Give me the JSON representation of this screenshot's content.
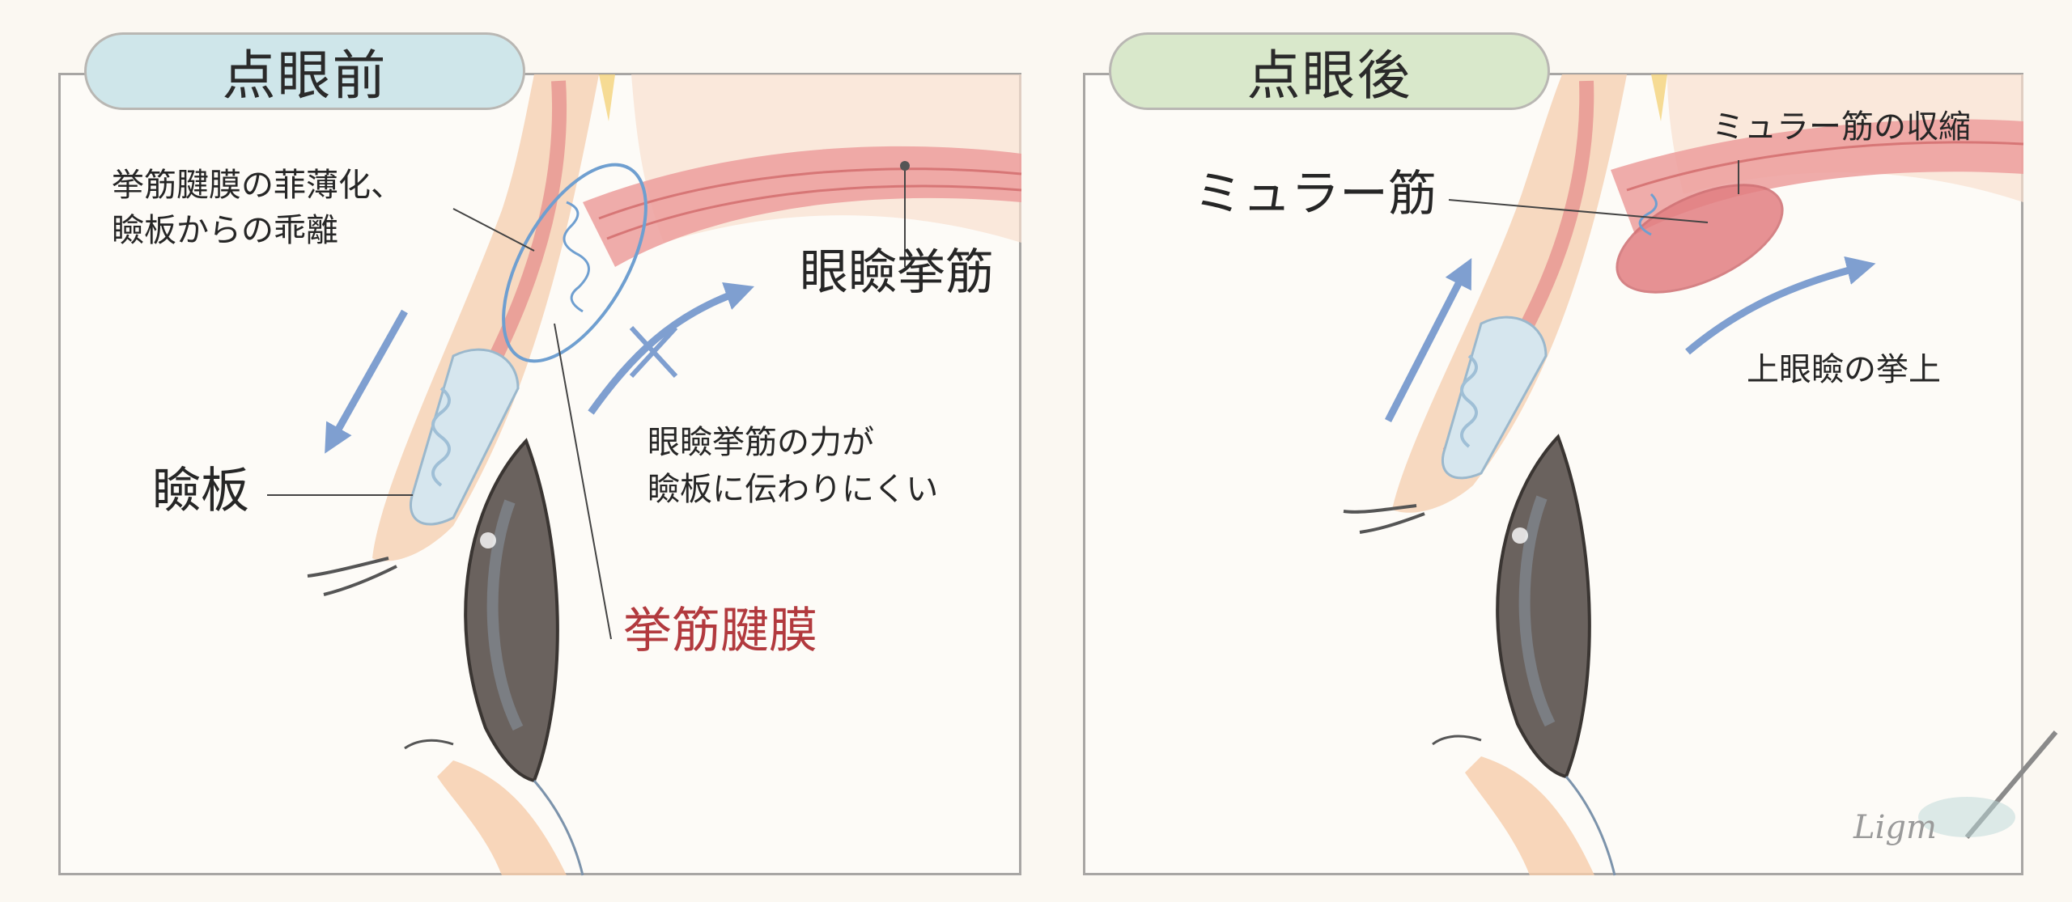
{
  "before": {
    "title": "点眼前",
    "labels": {
      "aponeurosis_note_line1": "挙筋腱膜の菲薄化、",
      "aponeurosis_note_line2": "瞼板からの乖離",
      "levator": "眼瞼挙筋",
      "tarsus": "瞼板",
      "force_line1": "眼瞼挙筋の力が",
      "force_line2": "瞼板に伝わりにくい",
      "aponeurosis": "挙筋腱膜"
    }
  },
  "after": {
    "title": "点眼後",
    "labels": {
      "muller": "ミュラー筋",
      "muller_contraction": "ミュラー筋の収縮",
      "lid_lift": "上眼瞼の挙上"
    }
  },
  "signature": "Ligm",
  "colors": {
    "before_pill": "#cfe6ea",
    "after_pill": "#d9e8cb",
    "red_label": "#b23a3e",
    "arrow_blue": "#7f9fd0",
    "muscle_red": "#e28c8c"
  }
}
